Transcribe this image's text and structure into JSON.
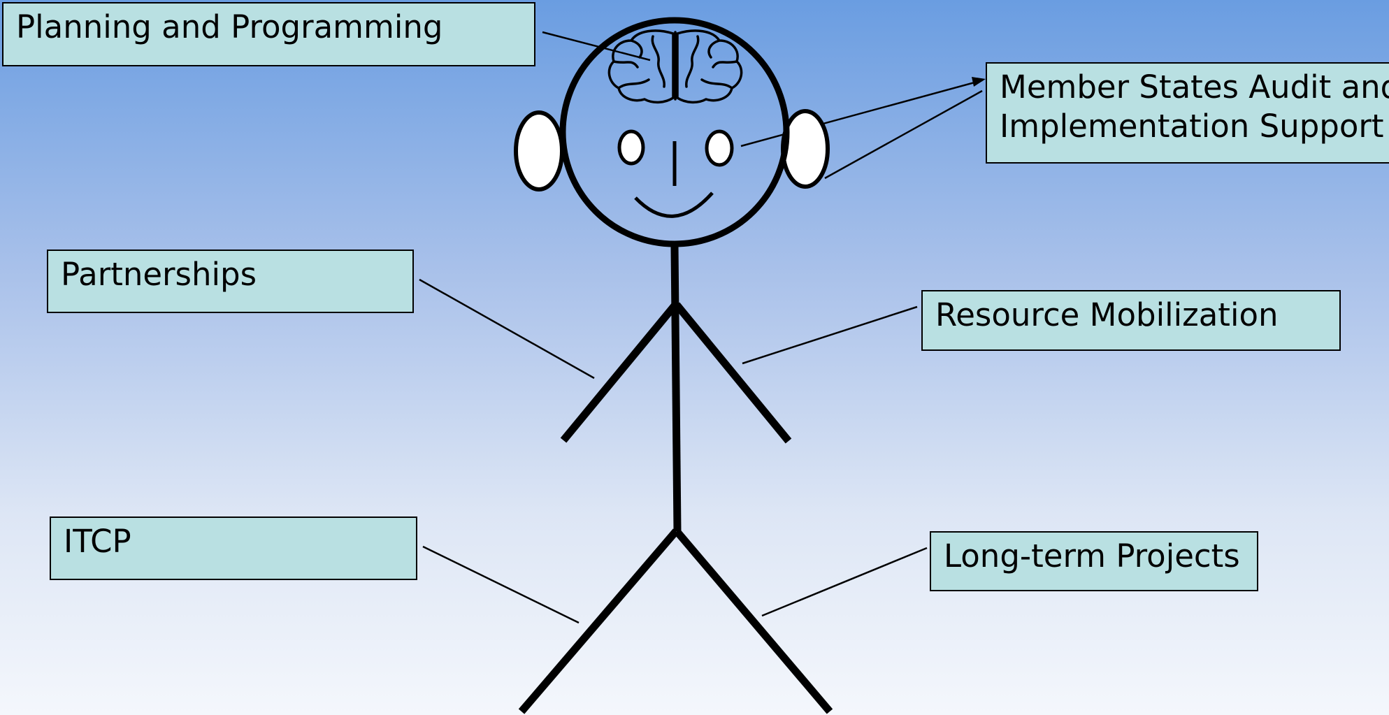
{
  "colors": {
    "background_top": "#6a9de1",
    "background_bottom": "#f4f7fc",
    "box_fill": "#b9e0e2",
    "line": "#000000",
    "ear_fill": "#ffffff"
  },
  "icons": {
    "head": "circle-head",
    "brain": "brain-icon",
    "ears": "ear-oval",
    "eyes": "eye-oval"
  },
  "labels": {
    "planning": "Planning and Programming",
    "member_line1": "Member States Audit and",
    "member_line2": "Implementation Support",
    "partnerships": "Partnerships",
    "resource": "Resource Mobilization",
    "itcp": "ITCP",
    "longterm": "Long-term Projects"
  }
}
